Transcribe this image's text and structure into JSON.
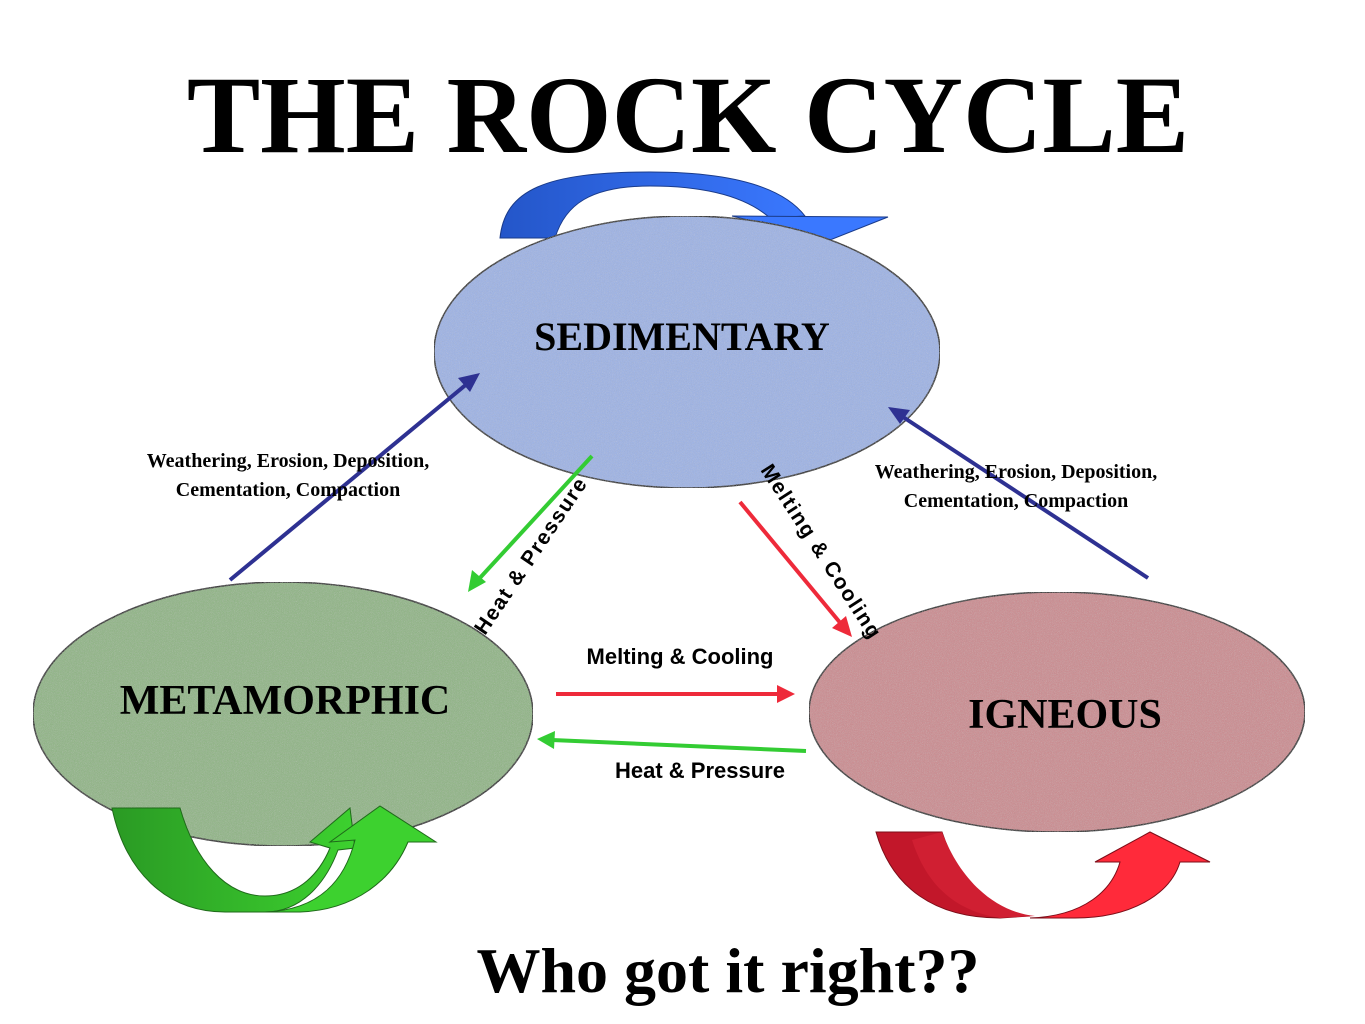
{
  "title": "THE ROCK CYCLE",
  "footer": "Who got it right??",
  "rocks": {
    "sedimentary": {
      "label": "SEDIMENTARY",
      "color": "#9db3e6"
    },
    "metamorphic": {
      "label": "METAMORPHIC",
      "color": "#8fb584"
    },
    "igneous": {
      "label": "IGNEOUS",
      "color": "#cc8a8f"
    }
  },
  "process_labels": {
    "weathering_left_line1": "Weathering, Erosion, Deposition,",
    "weathering_left_line2": "Cementation, Compaction",
    "weathering_right_line1": "Weathering, Erosion, Deposition,",
    "weathering_right_line2": "Cementation, Compaction",
    "heat_pressure_diagonal": "Heat & Pressure",
    "melting_cooling_diagonal": "Melting & Cooling",
    "melting_cooling_horizontal": "Melting & Cooling",
    "heat_pressure_horizontal": "Heat & Pressure"
  },
  "colors": {
    "blue_arrow": "#2e3192",
    "green_arrow": "#33cc33",
    "red_arrow": "#ee2a3a",
    "loop_blue": "#2f6fe0",
    "loop_green": "#33c22a",
    "loop_red": "#e8202f"
  }
}
